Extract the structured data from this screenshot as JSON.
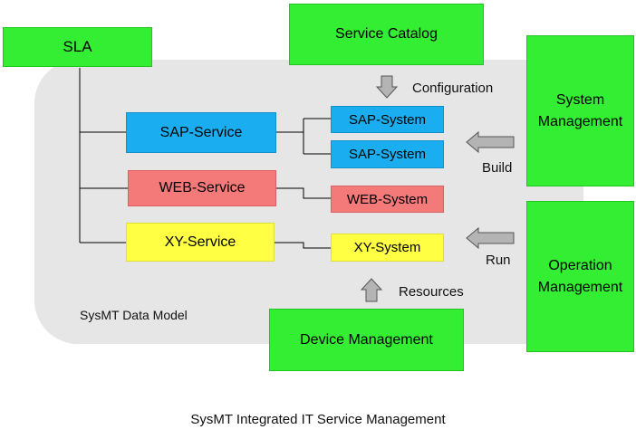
{
  "nodes": {
    "sla": "SLA",
    "service_catalog": "Service Catalog",
    "system_management": "System\nManagement",
    "operation_management": "Operation\nManagement",
    "device_management": "Device Management",
    "sap_service": "SAP-Service",
    "web_service": "WEB-Service",
    "xy_service": "XY-Service",
    "sap_system_1": "SAP-System",
    "sap_system_2": "SAP-System",
    "web_system": "WEB-System",
    "xy_system": "XY-System"
  },
  "labels": {
    "configuration": "Configuration",
    "build": "Build",
    "run": "Run",
    "resources": "Resources",
    "data_model": "SysMT Data Model"
  },
  "caption": "SysMT Integrated IT Service Management",
  "colors": {
    "management": "#33ee33",
    "sap": "#1aaef0",
    "web": "#f47a7a",
    "xy": "#ffff44",
    "panel": "#e6e6e6",
    "arrow": "#b4b4b4"
  }
}
